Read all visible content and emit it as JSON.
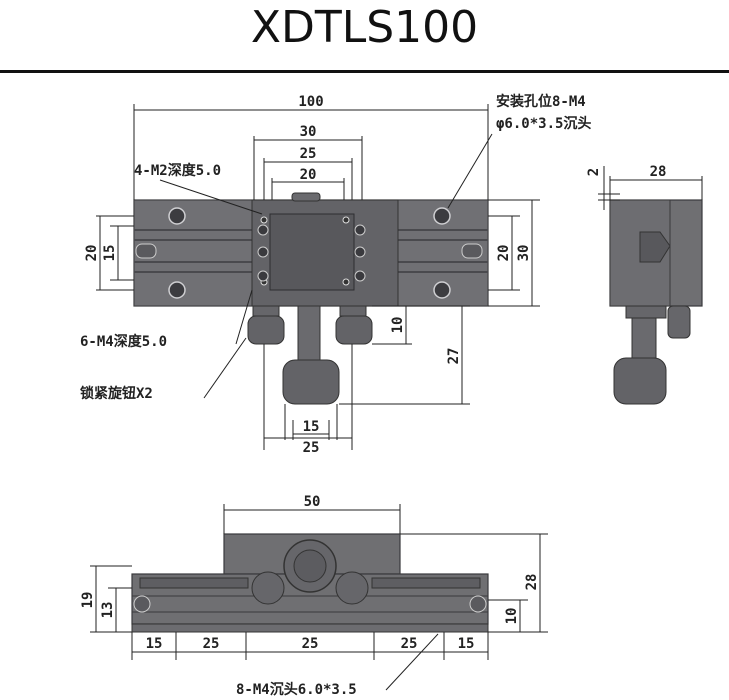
{
  "title": "XDTLS100",
  "top_view": {
    "dims": {
      "width_total": "100",
      "width_30": "30",
      "width_25": "25",
      "width_20": "20",
      "height_20_left": "20",
      "height_15_left": "15",
      "height_20_right": "20",
      "height_30_right": "30",
      "knob_10": "10",
      "knob_27": "27",
      "bottom_15": "15",
      "bottom_25": "25"
    },
    "notes": {
      "m2_depth": "4-M2深度5.0",
      "mount_hole_line1": "安装孔位8-M4",
      "mount_hole_line2": "φ6.0*3.5沉头",
      "m4_depth": "6-M4深度5.0",
      "lock_knob": "锁紧旋钮X2"
    }
  },
  "side_view": {
    "dims": {
      "top_2": "2",
      "width_28": "28"
    }
  },
  "front_view": {
    "dims": {
      "top_50": "50",
      "left_19": "19",
      "left_13": "13",
      "right_28": "28",
      "right_10": "10",
      "seg1": "15",
      "seg2": "25",
      "seg3": "25",
      "seg4": "25",
      "seg5": "15"
    },
    "notes": {
      "counterbore": "8-M4沉头6.0*3.5"
    }
  }
}
